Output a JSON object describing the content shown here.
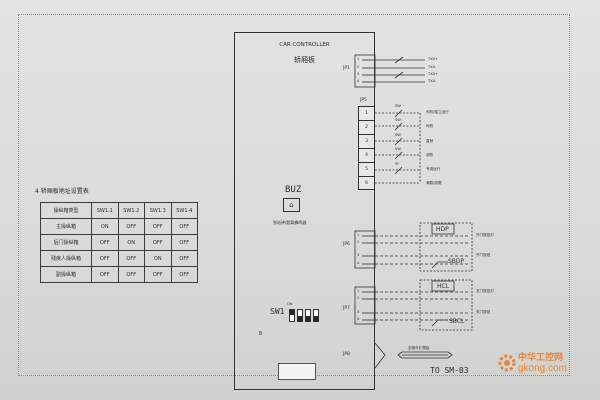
{
  "board": {
    "title": "CAR CONTROLLER",
    "subtitle": "轿厢板",
    "buz_label": "BUZ",
    "buz_caption": "到站钟/超载蜂鸣器",
    "sw_label": "SW1",
    "sw_on": "ON",
    "sw_dot": "8"
  },
  "address_table": {
    "title": "轿厢板地址设置表",
    "title_bullet": "4",
    "headers": [
      "操纵箱类型",
      "SW1.1",
      "SW1.2",
      "SW1.3",
      "SW1.4"
    ],
    "rows": [
      [
        "主操纵箱",
        "ON",
        "OFF",
        "OFF",
        "OFF"
      ],
      [
        "后门操纵箱",
        "OFF",
        "ON",
        "OFF",
        "OFF"
      ],
      [
        "残疾人操纵箱",
        "OFF",
        "OFF",
        "ON",
        "OFF"
      ],
      [
        "副操纵箱",
        "OFF",
        "OFF",
        "OFF",
        "OFF"
      ]
    ]
  },
  "connectors": {
    "jp1": {
      "label": "JP1",
      "pins": [
        "1",
        "2",
        "3",
        "4"
      ],
      "signals": [
        "TXV+",
        "TXV-",
        "TXA+",
        "TXA-"
      ]
    },
    "jp5": {
      "label": "JP5",
      "pins": [
        "1",
        "2",
        "3",
        "4",
        "5",
        "6"
      ],
      "switches": [
        "SW",
        "SW",
        "SW",
        "SW",
        "SF"
      ],
      "notes": [
        "司机/独立运行",
        "司机",
        "直驶",
        "消防",
        "专用运行",
        "满载/超载"
      ]
    },
    "jp6": {
      "label": "JP6",
      "pins": [
        "1",
        "2",
        "3",
        "4"
      ],
      "device_top": "HDP",
      "device_bottom": "SBDP",
      "notes": [
        "开门按钮灯",
        "开门按钮"
      ]
    },
    "jp7": {
      "label": "JP7",
      "pins": [
        "1",
        "2",
        "3",
        "4"
      ],
      "device_top": "HCL",
      "device_bottom": "SBCL",
      "notes": [
        "关门按钮灯",
        "关门按钮"
      ]
    },
    "jp8": {
      "label": "JP8",
      "arrow_note": "至指令扩展板",
      "to_label": "TO SM-03"
    }
  },
  "watermark": {
    "top": "中华工控网",
    "bottom": "gkong.com"
  },
  "colors": {
    "line": "#2f3239",
    "paper": "#dfe1df",
    "watermark": "#e8873a"
  }
}
